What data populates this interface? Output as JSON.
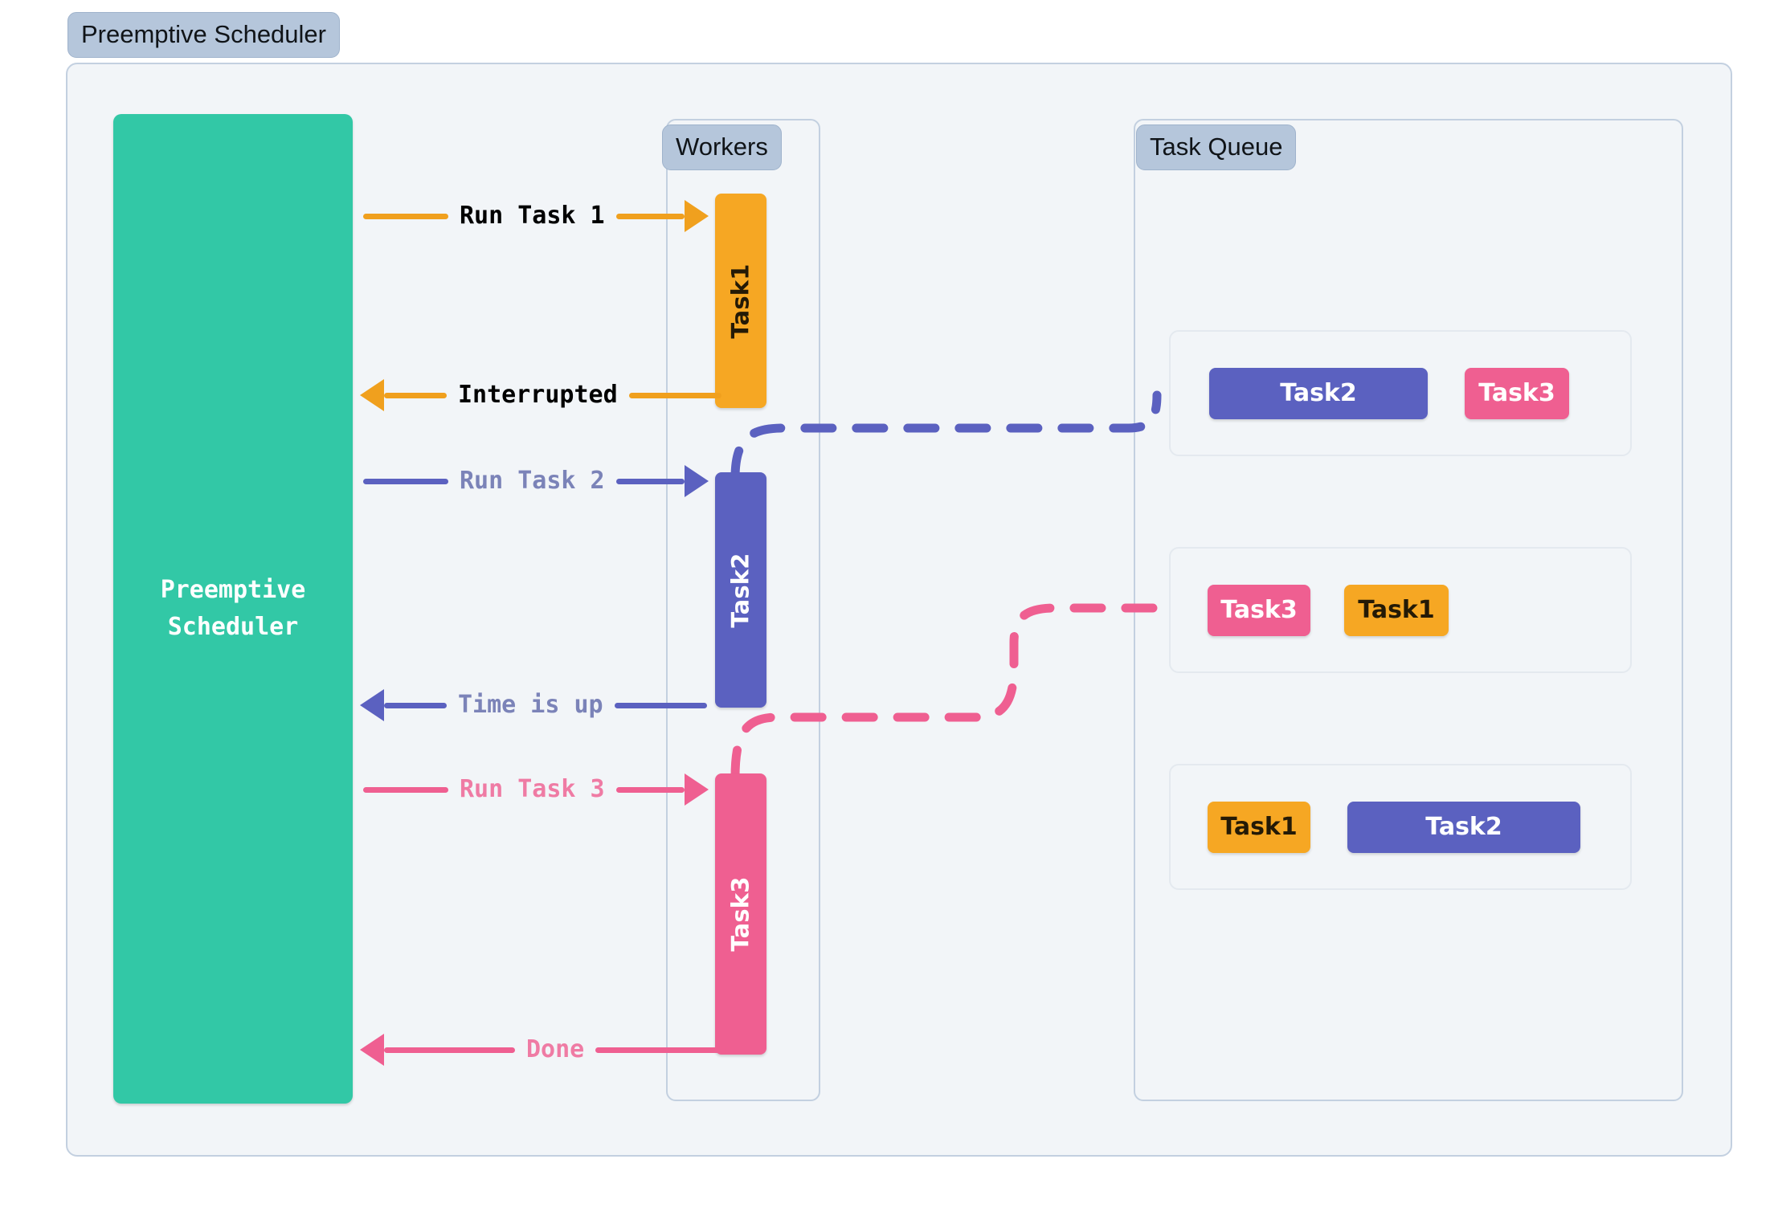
{
  "diagram": {
    "title": "Preemptive Scheduler",
    "background": "#f2f5f8",
    "border_color": "#c3d0e0",
    "badge_bg": "#b5c6db"
  },
  "scheduler": {
    "label": "Preemptive\nScheduler",
    "color": "#32c8a6",
    "text_color": "#ffffff"
  },
  "workers": {
    "title": "Workers",
    "bars": [
      {
        "label": "Task1",
        "color": "#f6a723",
        "text_color": "#241a06"
      },
      {
        "label": "Task2",
        "color": "#5b61c0",
        "text_color": "#ffffff"
      },
      {
        "label": "Task3",
        "color": "#ef5f91",
        "text_color": "#ffffff"
      }
    ]
  },
  "queue": {
    "title": "Task Queue",
    "rows": [
      {
        "chips": [
          {
            "label": "Task2",
            "color": "#5b61c0"
          },
          {
            "label": "Task3",
            "color": "#ef5f91"
          }
        ]
      },
      {
        "chips": [
          {
            "label": "Task3",
            "color": "#ef5f91"
          },
          {
            "label": "Task1",
            "color": "#f6a723"
          }
        ]
      },
      {
        "chips": [
          {
            "label": "Task1",
            "color": "#f6a723"
          },
          {
            "label": "Task2",
            "color": "#5b61c0"
          }
        ]
      }
    ]
  },
  "messages": [
    {
      "label": "Run Task 1",
      "direction": "to-right",
      "color": "#f0a01e",
      "label_color": "#f0a01e"
    },
    {
      "label": "Interrupted",
      "direction": "to-left",
      "color": "#f0a01e",
      "label_color": "#e9a830"
    },
    {
      "label": "Run Task 2",
      "direction": "to-right",
      "color": "#5b61c0",
      "label_color": "#7b83b8"
    },
    {
      "label": "Time is up",
      "direction": "to-left",
      "color": "#5b61c0",
      "label_color": "#7b83b8"
    },
    {
      "label": "Run Task 3",
      "direction": "to-right",
      "color": "#ef5f91",
      "label_color": "#ef7ba4"
    },
    {
      "label": "Done",
      "direction": "to-left",
      "color": "#ef5f91",
      "label_color": "#ef7ba4"
    }
  ],
  "connectors": [
    {
      "name": "task2-requeue",
      "color": "#5b61c0",
      "style": "dashed"
    },
    {
      "name": "task3-requeue",
      "color": "#ef5f91",
      "style": "dashed"
    }
  ]
}
